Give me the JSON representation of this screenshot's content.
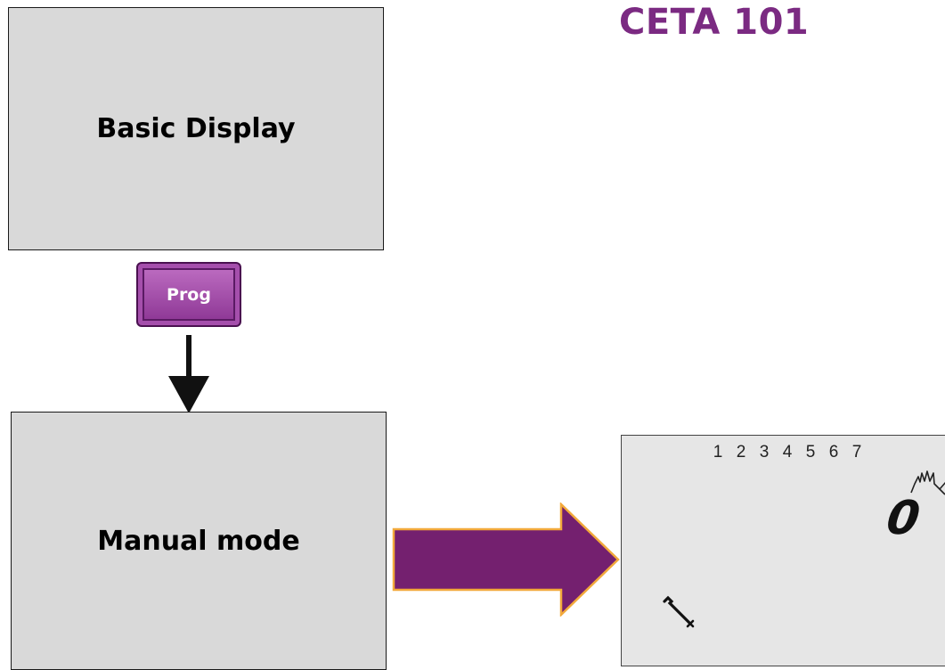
{
  "title": "CETA 101",
  "boxes": {
    "basic": "Basic Display",
    "manual": "Manual mode"
  },
  "prog_button": {
    "label": "Prog"
  },
  "lcd": {
    "days": [
      "1",
      "2",
      "3",
      "4",
      "5",
      "6",
      "7"
    ],
    "digit": "0",
    "icons": [
      "hand-icon",
      "wrench-icon"
    ]
  },
  "colors": {
    "title": "#7b2a82",
    "arrow_fill": "#74206f",
    "arrow_border": "#f2a93b",
    "box_fill": "#d9d9d9",
    "lcd_fill": "#e6e6e6"
  }
}
